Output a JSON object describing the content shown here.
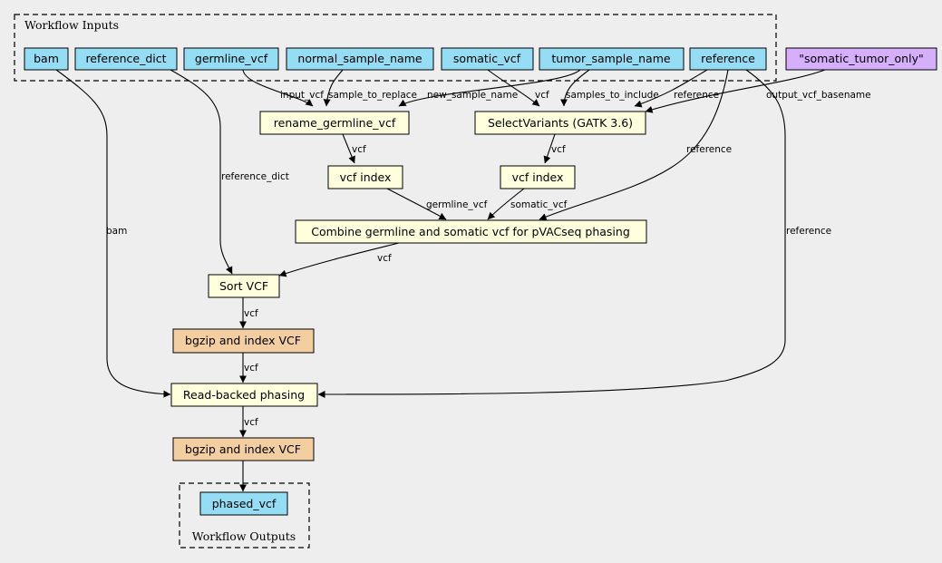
{
  "clusters": {
    "inputs": {
      "title": "Workflow Inputs"
    },
    "outputs": {
      "title": "Workflow Outputs"
    }
  },
  "colors": {
    "input": "#94ddf4",
    "step": "#ffffdd",
    "tool": "#f3cea1",
    "constant": "#d5aefc",
    "output": "#94ddf4"
  },
  "nodes": {
    "bam": {
      "label": "bam"
    },
    "reference_dict": {
      "label": "reference_dict"
    },
    "germline_vcf": {
      "label": "germline_vcf"
    },
    "normal_sample_name": {
      "label": "normal_sample_name"
    },
    "somatic_vcf": {
      "label": "somatic_vcf"
    },
    "tumor_sample_name": {
      "label": "tumor_sample_name"
    },
    "reference": {
      "label": "reference"
    },
    "const": {
      "label": "\"somatic_tumor_only\""
    },
    "rename": {
      "label": "rename_germline_vcf"
    },
    "select": {
      "label": "SelectVariants (GATK 3.6)"
    },
    "index1": {
      "label": "vcf index"
    },
    "index2": {
      "label": "vcf index"
    },
    "combine": {
      "label": "Combine germline and somatic vcf for pVACseq phasing"
    },
    "sort": {
      "label": "Sort VCF"
    },
    "bgzip1": {
      "label": "bgzip and index VCF"
    },
    "phasing": {
      "label": "Read-backed phasing"
    },
    "bgzip2": {
      "label": "bgzip and index VCF"
    },
    "phased_vcf": {
      "label": "phased_vcf"
    }
  },
  "edge_labels": {
    "input_vcf": "input_vcf",
    "sample_to_replace": "sample_to_replace",
    "new_sample_name": "new_sample_name",
    "vcf_select": "vcf",
    "samples_to_include": "samples_to_include",
    "reference_select": "reference",
    "output_vcf_basename": "output_vcf_basename",
    "vcf_rename_index": "vcf",
    "vcf_select_index": "vcf",
    "reference_dict": "reference_dict",
    "reference_combine": "reference",
    "germline_vcf": "germline_vcf",
    "somatic_vcf": "somatic_vcf",
    "bam": "bam",
    "reference_phasing": "reference",
    "vcf_combine_sort": "vcf",
    "vcf_sort_bgzip": "vcf",
    "vcf_bgzip_phasing": "vcf",
    "vcf_phasing_bgzip": "vcf"
  }
}
